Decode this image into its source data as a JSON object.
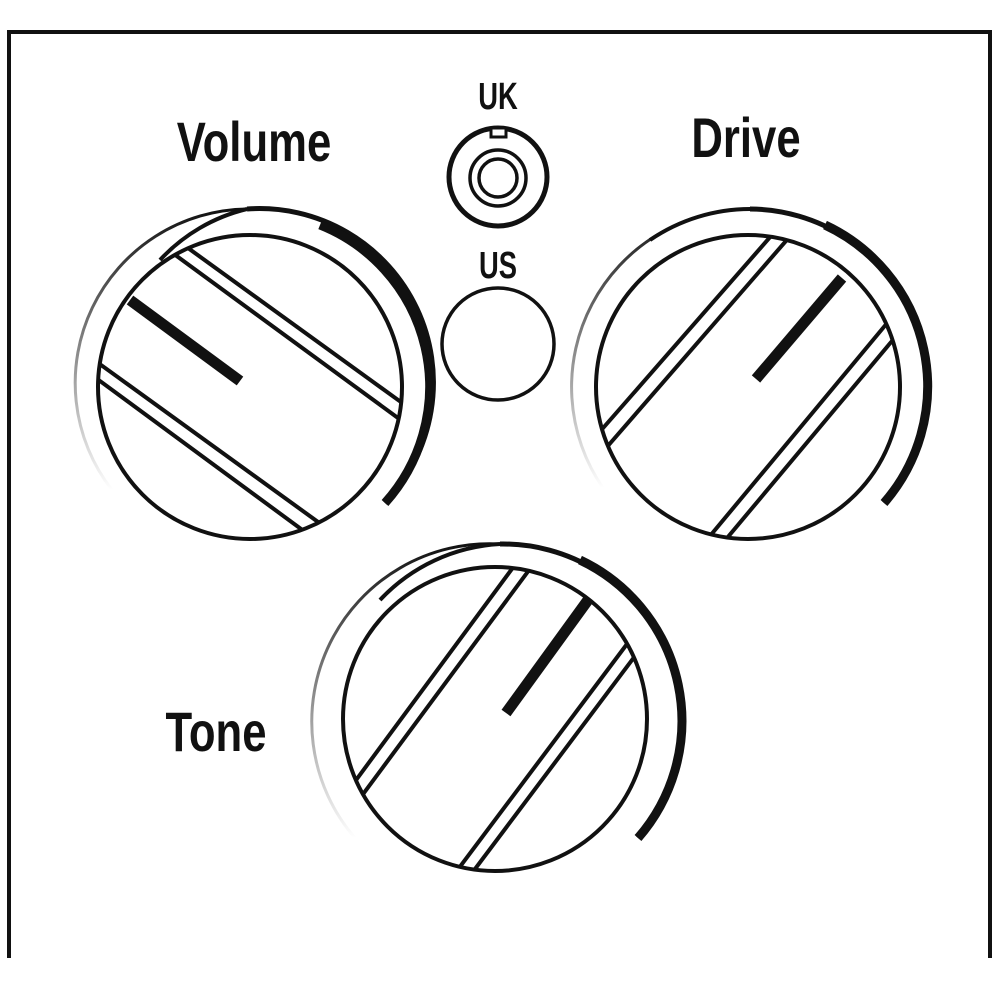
{
  "colors": {
    "ink": "#111111",
    "background": "#ffffff"
  },
  "labels": {
    "volume": "Volume",
    "drive": "Drive",
    "tone": "Tone",
    "uk": "UK",
    "us": "US"
  },
  "controls": [
    {
      "id": "volume",
      "type": "knob",
      "label": "Volume",
      "pointer_position": "approx 10 o'clock (low)"
    },
    {
      "id": "drive",
      "type": "knob",
      "label": "Drive",
      "pointer_position": "approx 1–2 o'clock (high)"
    },
    {
      "id": "tone",
      "type": "knob",
      "label": "Tone",
      "pointer_position": "approx 1 o'clock"
    },
    {
      "id": "uk-jack",
      "type": "socket",
      "label": "UK"
    },
    {
      "id": "us-jack",
      "type": "socket",
      "label": "US"
    }
  ]
}
